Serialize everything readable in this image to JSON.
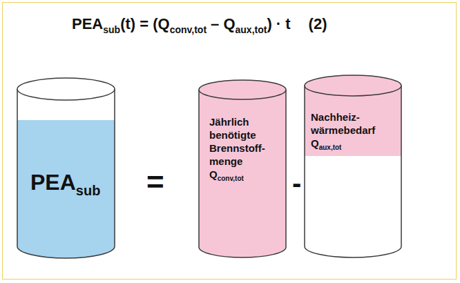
{
  "diagram": {
    "nodes": [
      {
        "text": [
          "PEA",
          "sub"
        ]
      },
      {
        "text": [
          "Jährlich benötigte Brennstoff- menge",
          "Q",
          "conv,tot"
        ]
      },
      {
        "text": [
          "Nachheiz- wärmebedarf",
          "Q",
          "aux,tot"
        ]
      }
    ],
    "labels": [
      "PEA",
      "sub",
      "(t) = (Q",
      "conv,tot",
      "– Q",
      "aux,tot",
      ") · t",
      "(2)",
      "=",
      "-"
    ]
  }
}
